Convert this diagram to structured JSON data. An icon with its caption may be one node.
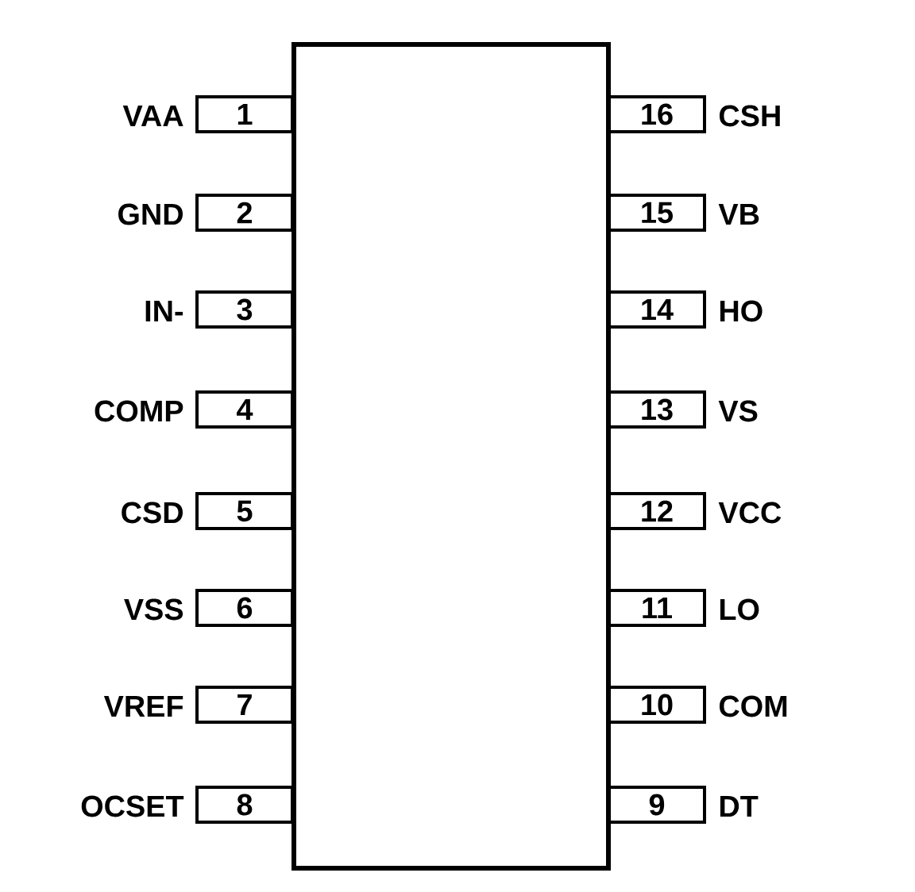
{
  "diagram": {
    "nodes": [
      {
        "text": [],
        "shape": "box"
      },
      {
        "text": [
          "1"
        ],
        "beside": [
          "VAA"
        ]
      },
      {
        "text": [
          "2"
        ],
        "beside": [
          "GND"
        ]
      },
      {
        "text": [
          "3"
        ],
        "beside": [
          "IN-"
        ]
      },
      {
        "text": [
          "4"
        ],
        "beside": [
          "COMP"
        ]
      },
      {
        "text": [
          "5"
        ],
        "beside": [
          "CSD"
        ]
      },
      {
        "text": [
          "6"
        ],
        "beside": [
          "VSS"
        ]
      },
      {
        "text": [
          "7"
        ],
        "beside": [
          "VREF"
        ]
      },
      {
        "text": [
          "8"
        ],
        "beside": [
          "OCSET"
        ]
      },
      {
        "text": [
          "9"
        ],
        "beside": [
          "DT"
        ]
      },
      {
        "text": [
          "10"
        ],
        "beside": [
          "COM"
        ]
      },
      {
        "text": [
          "11"
        ],
        "beside": [
          "LO"
        ]
      },
      {
        "text": [
          "12"
        ],
        "beside": [
          "VCC"
        ]
      },
      {
        "text": [
          "13"
        ],
        "beside": [
          "VS"
        ]
      },
      {
        "text": [
          "14"
        ],
        "beside": [
          "HO"
        ]
      },
      {
        "text": [
          "15"
        ],
        "beside": [
          "VB"
        ]
      },
      {
        "text": [
          "16"
        ],
        "beside": [
          "CSH"
        ]
      }
    ]
  }
}
